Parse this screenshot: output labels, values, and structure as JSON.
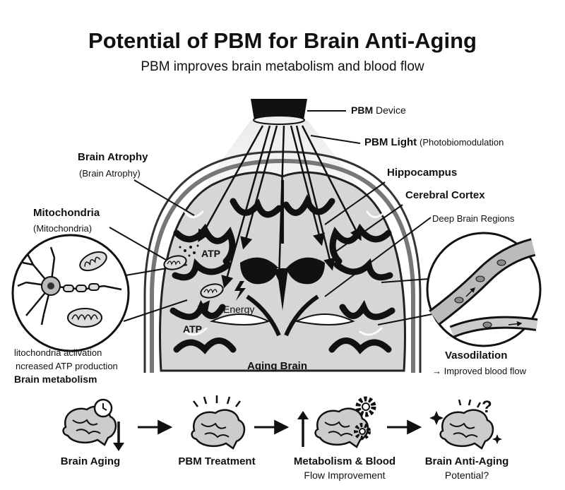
{
  "header": {
    "title": "Potential of PBM for Brain Anti-Aging",
    "subtitle": "PBM improves brain metabolism and blood flow"
  },
  "labels": {
    "pbm_device_bold": "PBM",
    "pbm_device_rest": "Device",
    "pbm_light_bold": "PBM Light",
    "pbm_light_rest": "(Photobiomodulation",
    "brain_atrophy": "Brain Atrophy",
    "brain_atrophy_sub": "(Brain Atrophy)",
    "mitochondria": "Mitochondria",
    "mitochondria_sub": "(Mitochondria)",
    "hippocampus": "Hippocampus",
    "cerebral_cortex": "Cerebral Cortex",
    "deep_brain": "Deep Brain Regions",
    "atp_top": "ATP",
    "atp_bottom": "ATP",
    "energy": "Energy",
    "aging_brain": "Aging Brain",
    "left_panel_line1": "litochondria aciivation",
    "left_panel_line2": "ncreased ATP production",
    "left_panel_line3": "Brain metabolism",
    "vasodilation": "Vasodilation",
    "vasodilation_sub": "→ Improved blood flow"
  },
  "steps": [
    {
      "label": "Brain Aging",
      "sub": "",
      "icon": "brain-clock-down-icon"
    },
    {
      "label": "PBM Treatment",
      "sub": "",
      "icon": "brain-rays-icon"
    },
    {
      "label": "Metabolism & Blood",
      "sub": "Flow Improvement",
      "icon": "brain-gears-up-icon"
    },
    {
      "label": "Brain Anti-Aging",
      "sub": "Potential?",
      "icon": "brain-sparkle-question-icon"
    }
  ]
}
